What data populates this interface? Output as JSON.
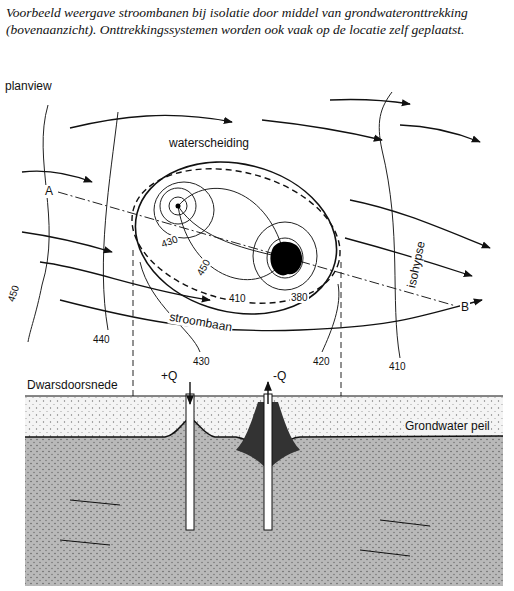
{
  "diagram": {
    "caption": "Voorbeeld weergave stroombanen bij isolatie door middel van grondwateronttrekking (bovenaanzicht). Onttrekkingssystemen worden ook vaak op de locatie zelf geplaatst.",
    "labels": [
      "planview",
      "waterscheiding",
      "A",
      "430",
      "450",
      "410",
      "380",
      "isohypse",
      "B",
      "450",
      "440",
      "stroombaan",
      "430",
      "420",
      "410",
      "+Q",
      "-Q",
      "Dwarsdoorsnede",
      "Grondwater peil"
    ]
  }
}
